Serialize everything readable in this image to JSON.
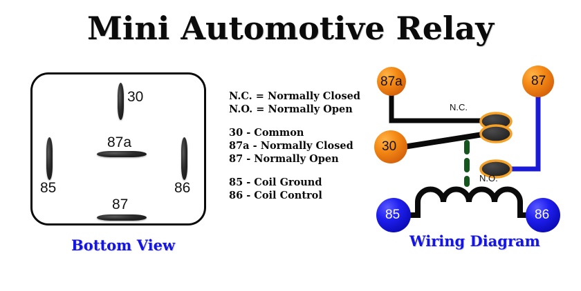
{
  "title": "Mini Automotive Relay",
  "relay": {
    "caption": "Bottom View",
    "pins": [
      {
        "id": "30",
        "label": "30"
      },
      {
        "id": "87a",
        "label": "87a"
      },
      {
        "id": "85",
        "label": "85"
      },
      {
        "id": "86",
        "label": "86"
      },
      {
        "id": "87",
        "label": "87"
      }
    ]
  },
  "legend": {
    "groups": [
      {
        "lines": [
          "N.C. = Normally Closed",
          "N.O. = Normally Open"
        ]
      },
      {
        "lines": [
          "30 - Common",
          "87a - Normally Closed",
          "87 - Normally Open"
        ]
      },
      {
        "lines": [
          "85 - Coil Ground",
          "86 - Coil Control"
        ]
      }
    ]
  },
  "wiring": {
    "caption": "Wiring Diagram",
    "nodes": [
      {
        "id": "87a",
        "label": "87a",
        "color": "#f07c10",
        "text": "#111111"
      },
      {
        "id": "87",
        "label": "87",
        "color": "#f07c10",
        "text": "#111111"
      },
      {
        "id": "30",
        "label": "30",
        "color": "#f07c10",
        "text": "#111111"
      },
      {
        "id": "85",
        "label": "85",
        "color": "#1414e6",
        "text": "#ffffff"
      },
      {
        "id": "86",
        "label": "86",
        "color": "#1414e6",
        "text": "#ffffff"
      }
    ],
    "switch_labels": {
      "nc": "N.C.",
      "no": "N.O."
    }
  },
  "colors": {
    "orange_terminal": "#f07c10",
    "blue_terminal": "#1414e6",
    "blue_wire": "#1b1bd6",
    "black_wire": "#0a0a0a",
    "green_dash": "#14561e",
    "contact_fill": "#333333",
    "contact_ring": "#f5a026",
    "caption_blue": "#1414e6"
  }
}
